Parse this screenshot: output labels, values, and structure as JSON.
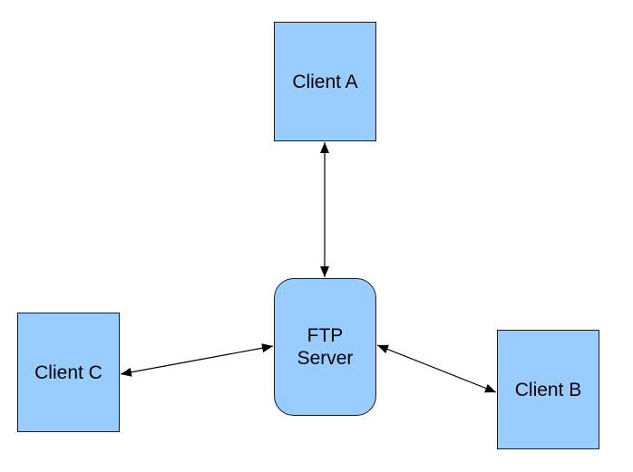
{
  "colors": {
    "node_fill": "#99ccff",
    "node_border": "#1a1a1a",
    "edge": "#000000",
    "background": "#ffffff"
  },
  "nodes": {
    "client_a": {
      "label": "Client A",
      "shape": "rectangle"
    },
    "server": {
      "label": "FTP\nServer",
      "shape": "rounded-rectangle"
    },
    "client_b": {
      "label": "Client B",
      "shape": "rectangle"
    },
    "client_c": {
      "label": "Client C",
      "shape": "rectangle"
    }
  },
  "edges": [
    {
      "from": "server",
      "to": "client_a",
      "direction": "bidirectional"
    },
    {
      "from": "server",
      "to": "client_b",
      "direction": "bidirectional"
    },
    {
      "from": "server",
      "to": "client_c",
      "direction": "bidirectional"
    }
  ]
}
